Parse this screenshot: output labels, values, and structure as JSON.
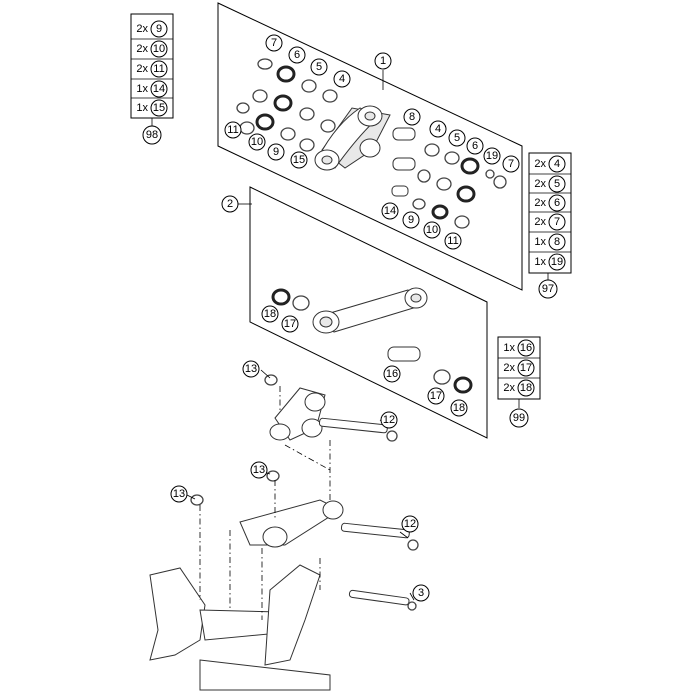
{
  "callouts": {
    "c1": "1",
    "c2": "2",
    "c3": "3",
    "c4a": "4",
    "c4b": "4",
    "c5a": "5",
    "c5b": "5",
    "c6a": "6",
    "c6b": "6",
    "c7a": "7",
    "c7b": "7",
    "c8": "8",
    "c9a": "9",
    "c9b": "9",
    "c10a": "10",
    "c10b": "10",
    "c11a": "11",
    "c11b": "11",
    "c12a": "12",
    "c12b": "12",
    "c13a": "13",
    "c13b": "13",
    "c13c": "13",
    "c14": "14",
    "c15": "15",
    "c16": "16",
    "c17a": "17",
    "c17b": "17",
    "c18a": "18",
    "c18b": "18",
    "c19": "19"
  },
  "kit_98": {
    "label": "98",
    "rows": [
      {
        "qty": "2x",
        "part": "9"
      },
      {
        "qty": "2x",
        "part": "10"
      },
      {
        "qty": "2x",
        "part": "11"
      },
      {
        "qty": "1x",
        "part": "14"
      },
      {
        "qty": "1x",
        "part": "15"
      }
    ]
  },
  "kit_97": {
    "label": "97",
    "rows": [
      {
        "qty": "2x",
        "part": "4"
      },
      {
        "qty": "2x",
        "part": "5"
      },
      {
        "qty": "2x",
        "part": "6"
      },
      {
        "qty": "2x",
        "part": "7"
      },
      {
        "qty": "1x",
        "part": "8"
      },
      {
        "qty": "1x",
        "part": "19"
      }
    ]
  },
  "kit_99": {
    "label": "99",
    "rows": [
      {
        "qty": "1x",
        "part": "16"
      },
      {
        "qty": "2x",
        "part": "17"
      },
      {
        "qty": "2x",
        "part": "18"
      }
    ]
  }
}
